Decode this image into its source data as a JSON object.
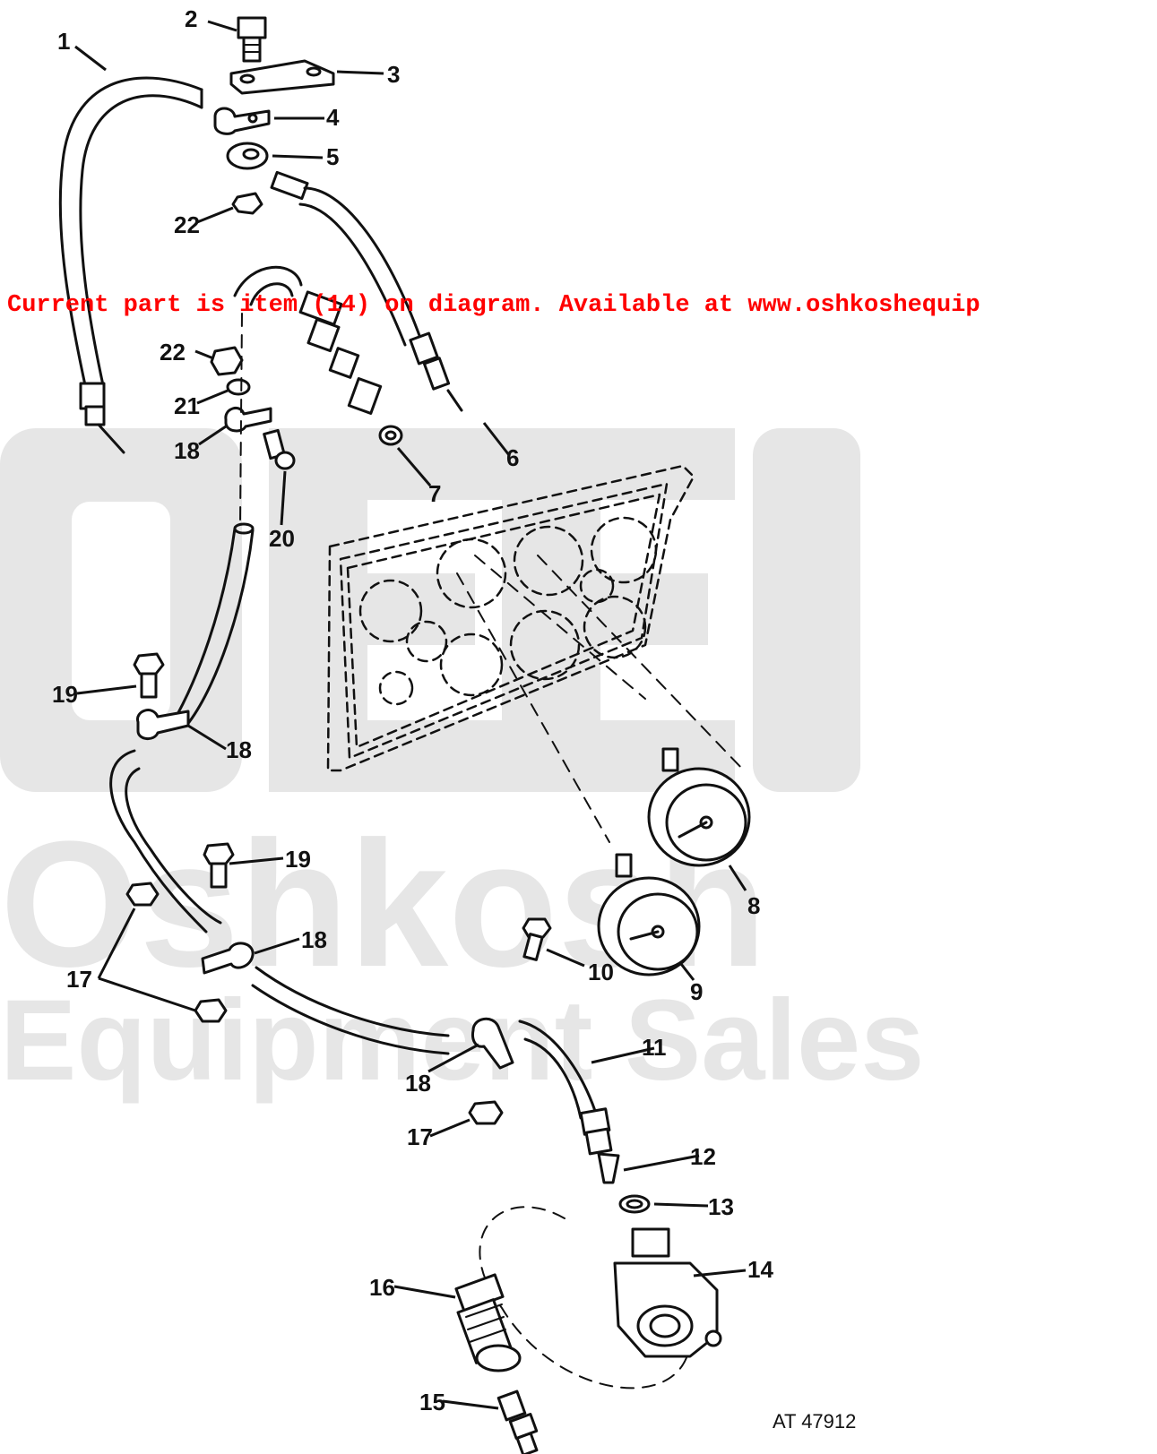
{
  "banner": {
    "text": "Current part is item (14) on diagram. Available at www.oshkoshequip",
    "color": "#ff0000"
  },
  "watermark": {
    "logo_letters": "OEES",
    "line1": "Oshkosh",
    "line2": "Equipment Sales",
    "color": "#e6e6e6"
  },
  "figure_id": "AT 47912",
  "callouts": [
    "1",
    "2",
    "3",
    "4",
    "5",
    "22",
    "6",
    "22",
    "21",
    "18",
    "20",
    "7",
    "19",
    "18",
    "19",
    "17",
    "18",
    "10",
    "9",
    "8",
    "11",
    "18",
    "17",
    "12",
    "13",
    "14",
    "16",
    "15"
  ]
}
